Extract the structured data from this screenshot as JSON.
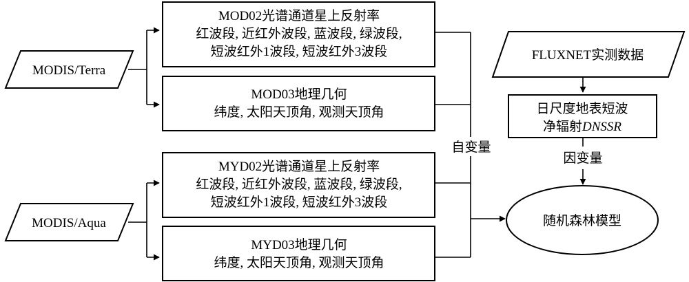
{
  "sources": {
    "terra": "MODIS/Terra",
    "aqua": "MODIS/Aqua",
    "fluxnet": "FLUXNET实测数据"
  },
  "boxes": {
    "mod02": {
      "line1": "MOD02光谱通道星上反射率",
      "line2": "红波段, 近红外波段, 蓝波段, 绿波段,",
      "line3": "短波红外1波段, 短波红外3波段"
    },
    "mod03": {
      "line1": "MOD03地理几何",
      "line2": "纬度, 太阳天顶角, 观测天顶角"
    },
    "myd02": {
      "line1": "MYD02光谱通道星上反射率",
      "line2": "红波段, 近红外波段, 蓝波段, 绿波段,",
      "line3": "短波红外1波段, 短波红外3波段"
    },
    "myd03": {
      "line1": "MYD03地理几何",
      "line2": "纬度, 太阳天顶角, 观测天顶角"
    },
    "dnssr": {
      "line1": "日尺度地表短波",
      "line2_prefix": "净辐射",
      "line2_italic": "DNSSR"
    }
  },
  "model": "随机森林模型",
  "labels": {
    "independent": "自变量",
    "dependent": "因变量"
  }
}
